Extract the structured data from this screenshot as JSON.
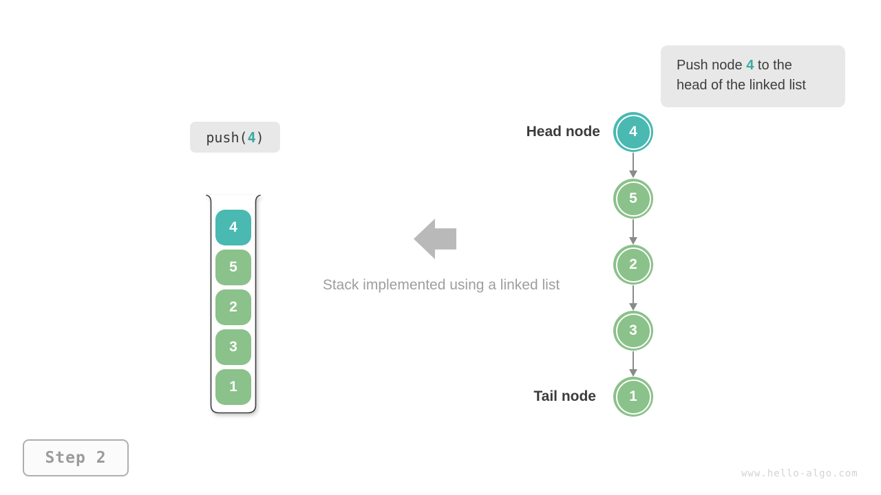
{
  "figure": {
    "background": "#ffffff",
    "accent_teal": "#49b9b1",
    "accent_green": "#8bc18a",
    "gray_arrow_color": "#b9b9b9",
    "connector_color": "#8a8a8a"
  },
  "callout": {
    "line1_before": "Push node ",
    "highlight": "4",
    "line1_after": " to the",
    "line2": "head of the linked list",
    "bg": "#e8e8e8",
    "highlight_color": "#3ba99f"
  },
  "operation": {
    "text_before": "push(",
    "value": "4",
    "text_after": ")",
    "bg": "#e8e8e8"
  },
  "stack": {
    "items": [
      {
        "value": "4",
        "color": "#49b9b1"
      },
      {
        "value": "5",
        "color": "#8bc18a"
      },
      {
        "value": "2",
        "color": "#8bc18a"
      },
      {
        "value": "3",
        "color": "#8bc18a"
      },
      {
        "value": "1",
        "color": "#8bc18a"
      }
    ]
  },
  "caption": {
    "text": "Stack implemented using a linked list"
  },
  "linked_list": {
    "head_label": "Head node",
    "tail_label": "Tail node",
    "nodes": [
      {
        "value": "4",
        "color": "#49b9b1"
      },
      {
        "value": "5",
        "color": "#8bc18a"
      },
      {
        "value": "2",
        "color": "#8bc18a"
      },
      {
        "value": "3",
        "color": "#8bc18a"
      },
      {
        "value": "1",
        "color": "#8bc18a"
      }
    ]
  },
  "step_badge": {
    "label": "Step 2"
  },
  "watermark": {
    "text": "www.hello-algo.com"
  }
}
